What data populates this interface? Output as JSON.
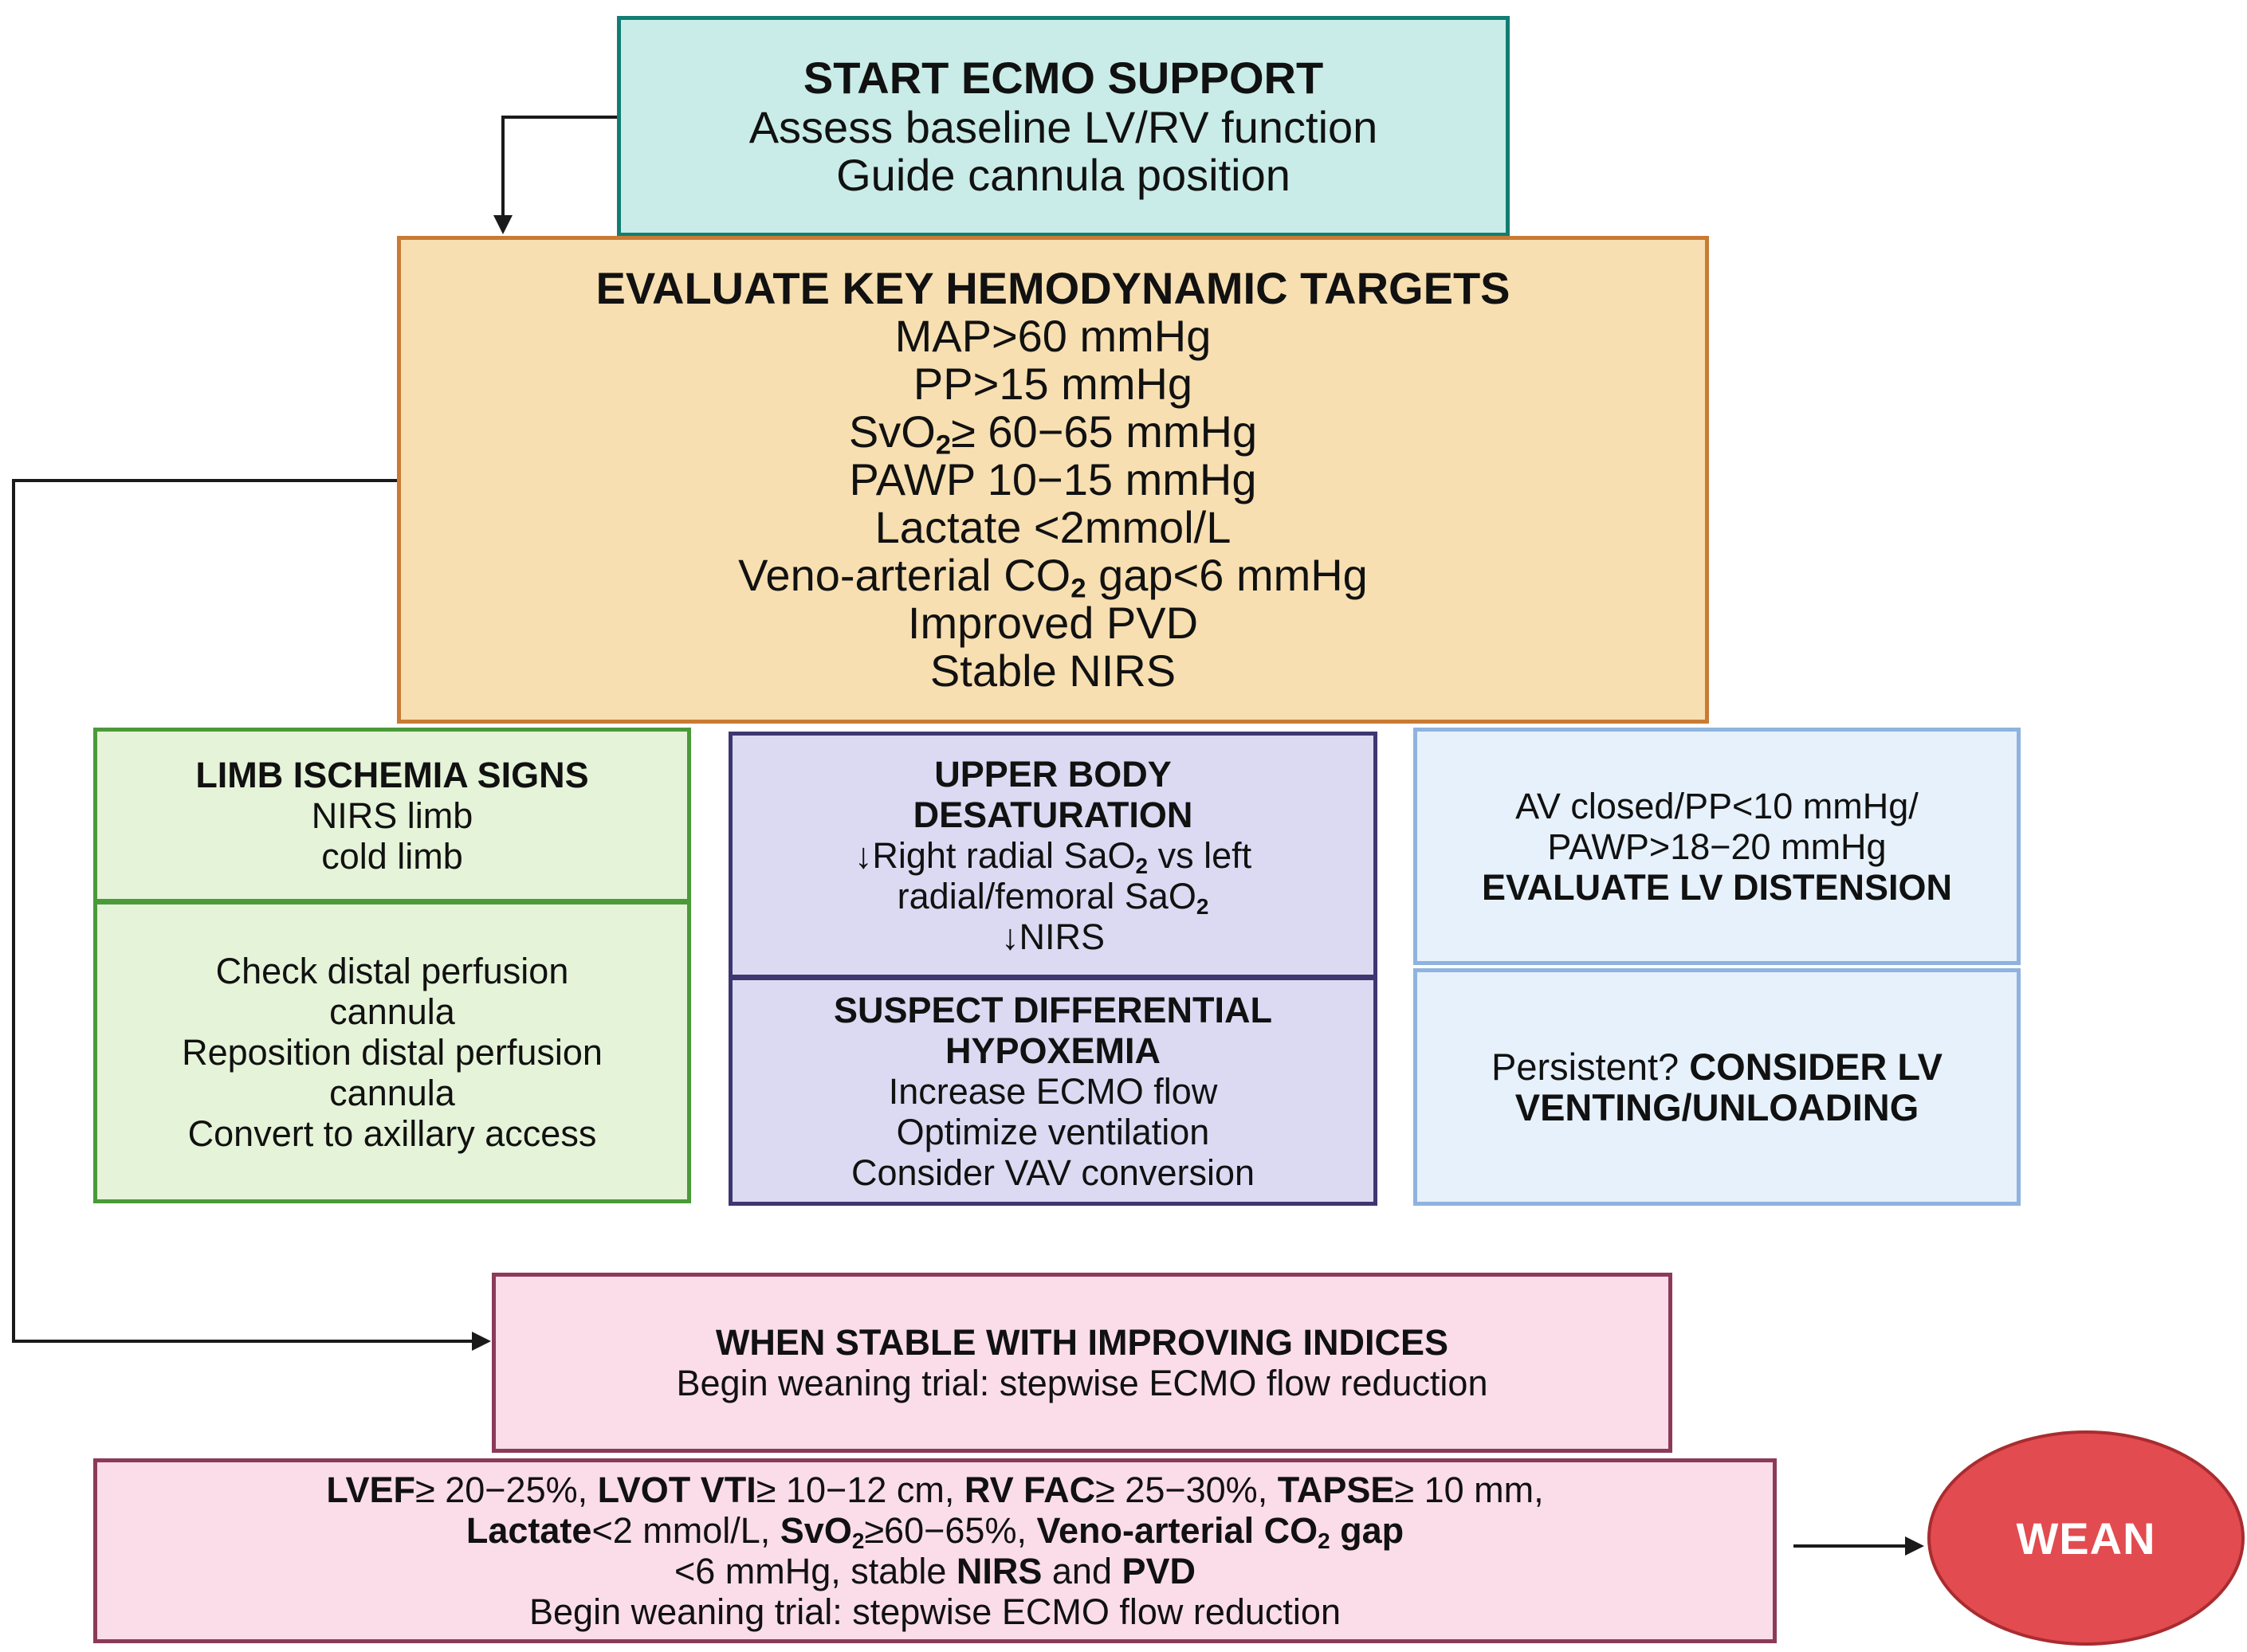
{
  "start": {
    "title": "START ECMO SUPPORT",
    "line1": "Assess baseline LV/RV function",
    "line2": "Guide cannula position"
  },
  "evaluate": {
    "title": "EVALUATE KEY HEMODYNAMIC TARGETS",
    "map": "MAP>60 mmHg",
    "pp": "PP>15 mmHg",
    "svo2_a": "SvO",
    "svo2_sub": "2",
    "svo2_b": "≥ 60−65 mmHg",
    "pawp": "PAWP 10−15 mmHg",
    "lactate": "Lactate <2mmol/L",
    "co2_a": "Veno-arterial CO",
    "co2_sub": "2",
    "co2_b": " gap<6 mmHg",
    "pvd": "Improved PVD",
    "nirs": "Stable NIRS"
  },
  "limb": {
    "title": "LIMB ISCHEMIA SIGNS",
    "sign1": "NIRS limb",
    "sign2": "cold limb",
    "action1a": "Check distal perfusion",
    "action1b": "cannula",
    "action2a": "Reposition distal perfusion",
    "action2b": "cannula",
    "action3": "Convert to axillary access"
  },
  "upper": {
    "title1": "UPPER BODY",
    "title2": "DESATURATION",
    "sign1_a": "↓Right radial SaO",
    "sign1_sub": "2",
    "sign1_b": " vs left",
    "sign2_a": "radial/femoral SaO",
    "sign2_sub": "2",
    "sign3": "↓NIRS",
    "action_title1": "SUSPECT DIFFERENTIAL",
    "action_title2": "HYPOXEMIA",
    "action1": "Increase ECMO flow",
    "action2": "Optimize ventilation",
    "action3": "Consider VAV conversion"
  },
  "lv": {
    "sign1": "AV closed/PP<10 mmHg/",
    "sign2": "PAWP>18−20 mmHg",
    "title": "EVALUATE LV DISTENSION",
    "persist_prefix": "Persistent? ",
    "persist_bold1": "CONSIDER LV",
    "persist_bold2": "VENTING/UNLOADING"
  },
  "stable": {
    "title": "WHEN STABLE WITH IMPROVING INDICES",
    "line": "Begin weaning trial: stepwise ECMO flow reduction"
  },
  "criteria": {
    "lvef_k": "LVEF",
    "lvef_v": "≥ 20−25%, ",
    "lvot_k": "LVOT VTI",
    "lvot_v": "≥ 10−12 cm, ",
    "rvfac_k": "RV FAC",
    "rvfac_v": "≥ 25−30%, ",
    "tapse_k": "TAPSE",
    "tapse_v": "≥ 10 mm,",
    "lactate_k": "Lactate",
    "lactate_v": "<2 mmol/L, ",
    "svo2_k": "SvO",
    "svo2_sub": "2",
    "svo2_v": "≥60−65%, ",
    "co2_k": "Veno-arterial CO",
    "co2_sub": "2",
    "co2_k2": " gap",
    "co2_v": "<6 mmHg, stable ",
    "nirs_k": "NIRS",
    "and": " and ",
    "pvd_k": "PVD",
    "trial": "Begin weaning trial: stepwise ECMO flow reduction"
  },
  "wean": {
    "label": "WEAN"
  }
}
